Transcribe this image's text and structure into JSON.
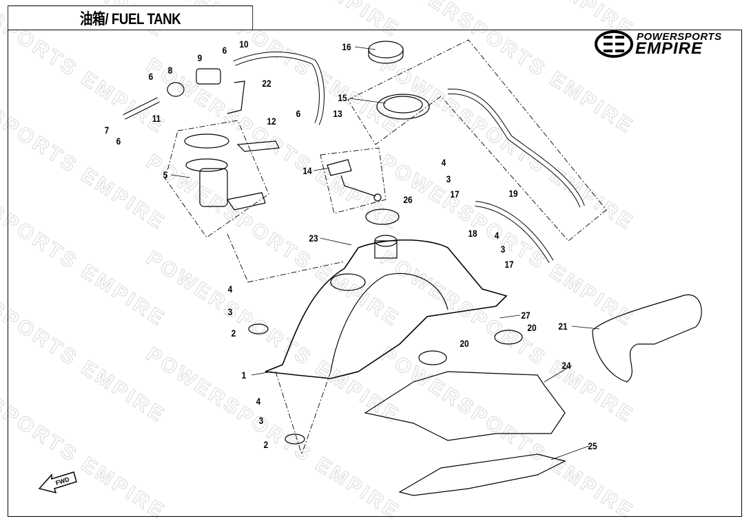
{
  "title": "油箱/ FUEL TANK",
  "logo": {
    "line1": "POWERSPORTS",
    "line2": "EMPIRE"
  },
  "watermark": "POWERSPORTS EMPIRE",
  "fwd_label": "FWD",
  "callouts": [
    "16",
    "10",
    "6",
    "9",
    "8",
    "6",
    "22",
    "15",
    "13",
    "11",
    "6",
    "12",
    "7",
    "6",
    "5",
    "14",
    "4",
    "3",
    "17",
    "19",
    "26",
    "18",
    "23",
    "4",
    "3",
    "17",
    "4",
    "3",
    "2",
    "27",
    "20",
    "20",
    "21",
    "1",
    "24",
    "4",
    "3",
    "2",
    "25"
  ]
}
